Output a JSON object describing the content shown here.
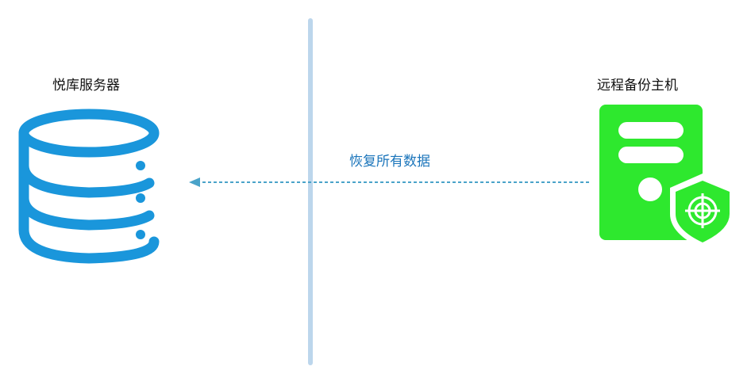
{
  "left_node": {
    "label": "悦库服务器",
    "icon": "database-icon",
    "color": "#1a96db"
  },
  "right_node": {
    "label": "远程备份主机",
    "icon": "server-shield-icon",
    "color": "#2ee82e",
    "shield_color": "#2ee82e"
  },
  "arrow": {
    "label": "恢复所有数据",
    "label_color": "#1b75bb",
    "line_color": "#4aa3c9",
    "direction": "right-to-left",
    "style": "dashed"
  },
  "divider": {
    "color": "#bcd6ec"
  }
}
